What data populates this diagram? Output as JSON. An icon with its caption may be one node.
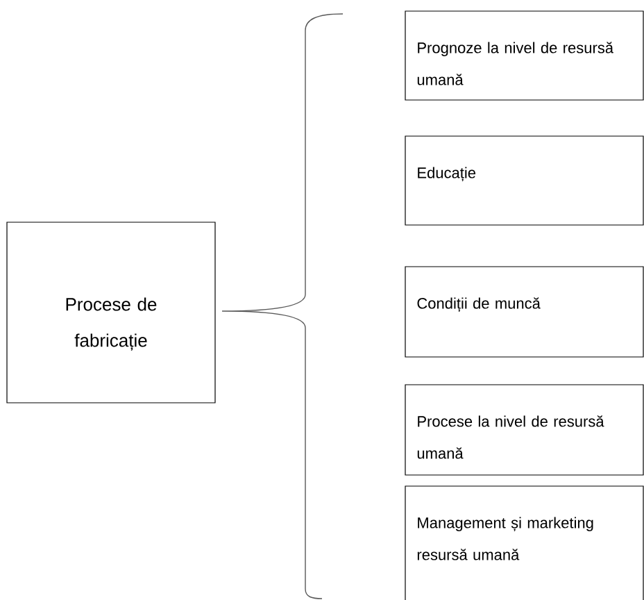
{
  "diagram": {
    "nodes": [
      {
        "text": [
          "Procese de fabricație"
        ]
      },
      {
        "text": [
          "Prognoze la nivel de resursă umană"
        ]
      },
      {
        "text": [
          "Educație"
        ]
      },
      {
        "text": [
          "Condiții de muncă"
        ]
      },
      {
        "text": [
          "Procese la nivel de resursă umană"
        ]
      },
      {
        "text": [
          "Management și marketing resursă umană"
        ]
      }
    ]
  }
}
